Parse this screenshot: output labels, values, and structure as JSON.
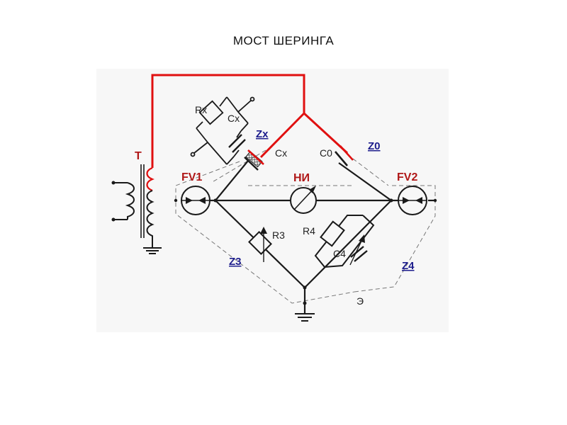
{
  "title": "МОСТ ШЕРИНГА",
  "labels": {
    "transformer": "Т",
    "fv1": "FV1",
    "fv2": "FV2",
    "ni": "НИ",
    "e": "Э",
    "rx": "Rx",
    "cx_box": "Cx",
    "cx": "Cx",
    "c0": "C0",
    "r3": "R3",
    "r4": "R4",
    "c4": "C4",
    "zx": "Zx",
    "z0": "Z0",
    "z3": "Z3",
    "z4": "Z4"
  },
  "colors": {
    "background": "#f7f7f7",
    "wire": "#1a1a1a",
    "hv_wire": "#e01010",
    "label_red": "#b01818",
    "label_blue": "#1c1c8c",
    "shield": "#777777"
  }
}
